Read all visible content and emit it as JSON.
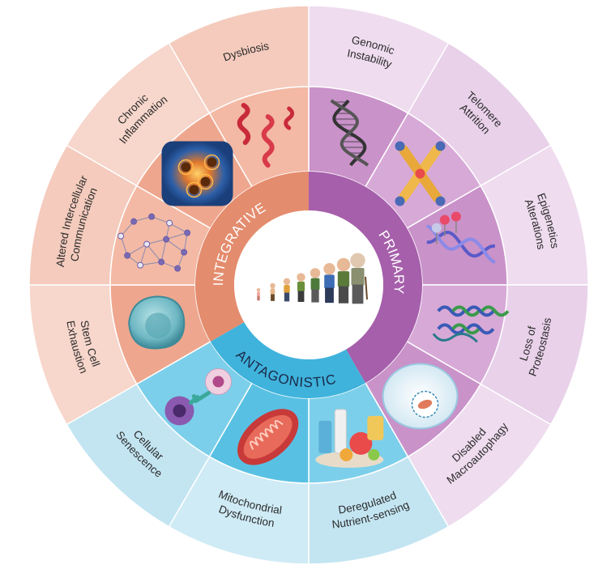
{
  "categories": [
    {
      "id": "primary",
      "label": "PRIMARY",
      "color": "#a65fab"
    },
    {
      "id": "antagonistic",
      "label": "ANTAGONISTIC",
      "color": "#3fb3dc"
    },
    {
      "id": "integrative",
      "label": "INTEGRATIVE",
      "color": "#e48c6e"
    }
  ],
  "hallmarks": [
    {
      "id": "genomic-instability",
      "lines": [
        "Genomic",
        "Instability"
      ],
      "category": "primary",
      "icon": "dna-icon"
    },
    {
      "id": "telomere-attrition",
      "lines": [
        "Telomere",
        "Attrition"
      ],
      "category": "primary",
      "icon": "chromosome-icon"
    },
    {
      "id": "epigenetic-alterations",
      "lines": [
        "Epigenetics",
        "Alterations"
      ],
      "category": "primary",
      "icon": "methylation-icon"
    },
    {
      "id": "loss-of-proteostasis",
      "lines": [
        "Loss of",
        "Proteostasis"
      ],
      "category": "primary",
      "icon": "protein-icon"
    },
    {
      "id": "disabled-macroautophagy",
      "lines": [
        "Disabled",
        "Macroautophagy"
      ],
      "category": "primary",
      "icon": "autophagosome-icon"
    },
    {
      "id": "deregulated-nutrient-sensing",
      "lines": [
        "Deregulated",
        "Nutrient-sensing"
      ],
      "category": "antagonistic",
      "icon": "food-icon"
    },
    {
      "id": "mitochondrial-dysfunction",
      "lines": [
        "Mitochondrial",
        "Dysfunction"
      ],
      "category": "antagonistic",
      "icon": "mitochondrion-icon"
    },
    {
      "id": "cellular-senescence",
      "lines": [
        "Cellular",
        "Senescence"
      ],
      "category": "antagonistic",
      "icon": "senescent-cell-icon"
    },
    {
      "id": "stem-cell-exhaustion",
      "lines": [
        "Stem Cell",
        "Exhaustion"
      ],
      "category": "integrative",
      "icon": "stem-cell-icon"
    },
    {
      "id": "altered-intercellular-communication",
      "lines": [
        "Altered Intercellular",
        "Communication"
      ],
      "category": "integrative",
      "icon": "network-icon"
    },
    {
      "id": "chronic-inflammation",
      "lines": [
        "Chronic",
        "Inflammation"
      ],
      "category": "integrative",
      "icon": "inflammation-icon"
    },
    {
      "id": "dysbiosis",
      "lines": [
        "Dysbiosis"
      ],
      "category": "integrative",
      "icon": "bacteria-icon"
    }
  ],
  "center": {
    "icon": "human-aging-icon",
    "figures": 8
  }
}
